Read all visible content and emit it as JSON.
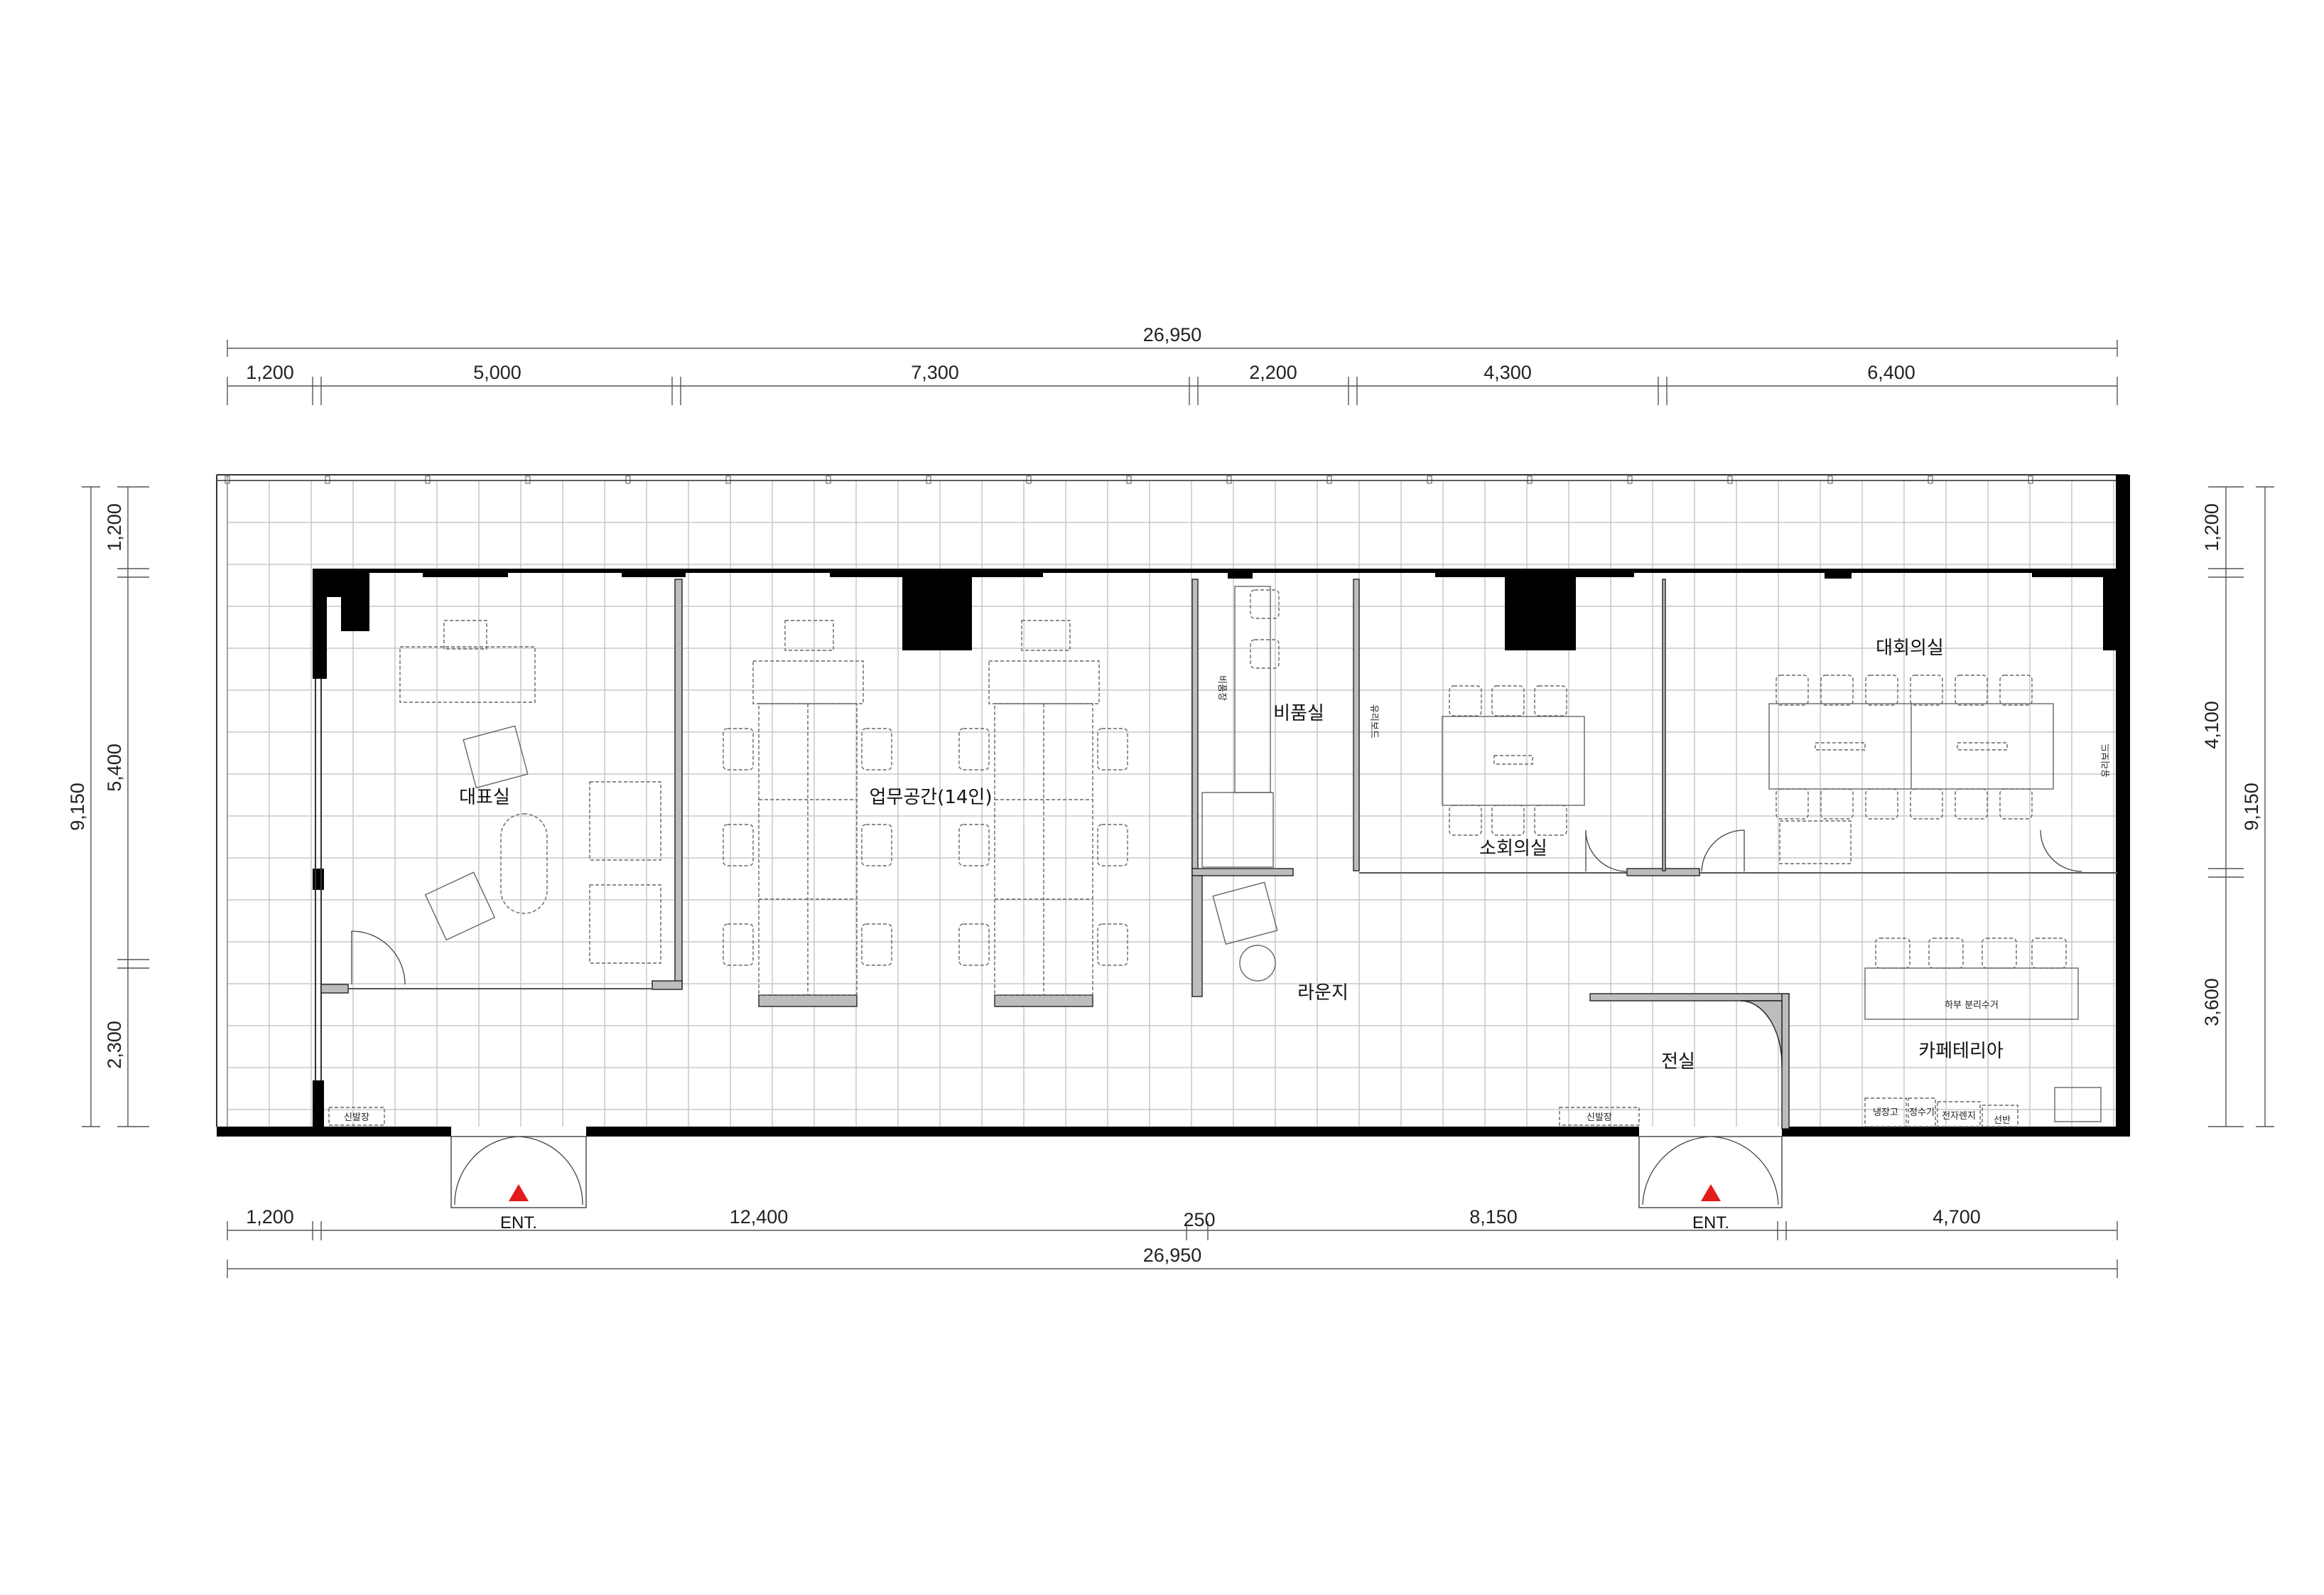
{
  "dimensions": {
    "top_total": "26,950",
    "top_segments": [
      "1,200",
      "5,000",
      "7,300",
      "2,200",
      "4,300",
      "6,400"
    ],
    "bottom_total": "26,950",
    "bottom_segments": [
      "1,200",
      "12,400",
      "250",
      "8,150",
      "4,700"
    ],
    "left_total": "9,150",
    "left_segments": [
      "1,200",
      "5,400",
      "2,300"
    ],
    "right_total": "9,150",
    "right_segments": [
      "1,200",
      "4,100",
      "3,600"
    ]
  },
  "rooms": {
    "ceo_office": "대표실",
    "workspace": "업무공간(14인)",
    "storage": "비품실",
    "small_meeting": "소회의실",
    "large_meeting": "대회의실",
    "lounge": "라운지",
    "electric_room": "전실",
    "cafeteria": "카페테리아"
  },
  "labels": {
    "shoe_cabinet": "신발장",
    "shoe_cabinet_2": "신발장",
    "partition_storage": "비품장",
    "glass_board_small": "유리보드",
    "glass_board_large": "유리보드",
    "recycle_under": "하부 분리수거",
    "fridge": "냉장고",
    "water_purifier": "정수기",
    "microwave": "전자렌지",
    "shelf": "선반"
  },
  "entrances": [
    "ENT.",
    "ENT."
  ],
  "colors": {
    "wall": "#000000",
    "partition": "#bdbdbd",
    "entry_marker": "#e31b1b",
    "grid": "#c9c9c9"
  }
}
